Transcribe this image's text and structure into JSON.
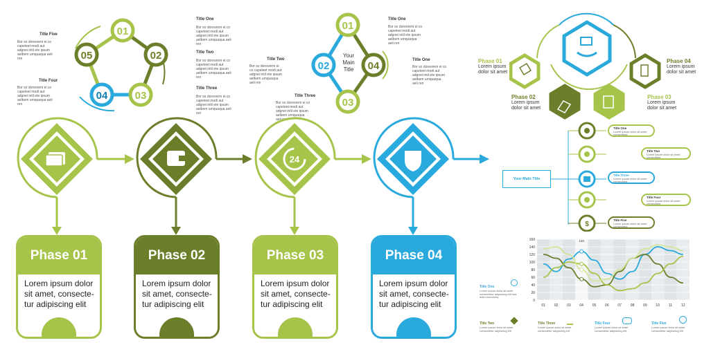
{
  "colors": {
    "light_green": "#a6c34a",
    "dark_green": "#6b7f2a",
    "blue": "#29a9dc",
    "dark_blue": "#0d7fb3"
  },
  "pentagon": {
    "nodes": [
      "01",
      "02",
      "03",
      "04",
      "05"
    ],
    "titles": {
      "one": "Title One",
      "two": "Title Two",
      "three": "Title Three",
      "four": "Title Four",
      "five": "Title Five"
    },
    "desc": "Bor so doreorem ei co capeleet modi aut adgnei intil ete ipsum aelbem umquaqua aeli ren"
  },
  "diamond": {
    "nodes": [
      "01",
      "02",
      "03",
      "04"
    ],
    "center_title": "Your Main Title",
    "titles": {
      "one": "Title One",
      "two": "Title Two",
      "three": "Title Three"
    },
    "desc": "Bor so doreorem ei co capeleet modi aut adgnei intil ete ipsum aelbem umquaqua aeli ren"
  },
  "hexagon": {
    "phases": [
      {
        "label": "Phase 01",
        "text": "Lorem ipsum dolor sit amet"
      },
      {
        "label": "Phase 02",
        "text": "Lorem ipsum dolor sit amet"
      },
      {
        "label": "Phase 03",
        "text": "Lorem ipsum dolor sit amet"
      },
      {
        "label": "Phase 04",
        "text": "Lorem ipsum dolor sit amet"
      }
    ]
  },
  "process": {
    "phases": [
      {
        "label": "Phase 01",
        "body": "Lorem ipsum dolor sit amet, consecte-tur adipiscing elit"
      },
      {
        "label": "Phase 02",
        "body": "Lorem ipsum dolor sit amet, consecte-tur adipiscing elit"
      },
      {
        "label": "Phase 03",
        "body": "Lorem ipsum dolor sit amet, consecte-tur adipiscing elit"
      },
      {
        "label": "Phase 04",
        "body": "Lorem ipsum dolor sit amet, consecte-tur adipiscing elit"
      }
    ],
    "center_icon_text": "24"
  },
  "tree": {
    "main_title": "Your Main Title",
    "items": [
      {
        "title": "Title One",
        "desc": "Lorem ipsum dolor sit amet consectetur"
      },
      {
        "title": "Title Two",
        "desc": "Lorem ipsum dolor sit amet consectetur"
      },
      {
        "title": "Title Three",
        "desc": "Lorem ipsum dolor sit amet consectetur"
      },
      {
        "title": "Title Four",
        "desc": "Lorem ipsum dolor sit amet consectetur"
      },
      {
        "title": "Title Five",
        "desc": "Lorem ipsum dolor sit amet consectetur"
      }
    ]
  },
  "chart_data": {
    "type": "line",
    "x": [
      "01",
      "02",
      "03",
      "04",
      "05",
      "06",
      "07",
      "08",
      "09",
      "10",
      "11",
      "12"
    ],
    "yticks": [
      "0",
      "20",
      "40",
      "60",
      "80",
      "100",
      "120",
      "140",
      "160"
    ],
    "ylim": [
      0,
      160
    ],
    "series": [
      {
        "color": "#29a9dc",
        "values": [
          95,
          75,
          108,
          128,
          105,
          70,
          55,
          75,
          120,
          140,
          130,
          120
        ]
      },
      {
        "color": "#6b7f2a",
        "values": [
          120,
          110,
          85,
          55,
          35,
          40,
          75,
          110,
          120,
          95,
          60,
          45
        ]
      },
      {
        "color": "#a6c34a",
        "values": [
          60,
          85,
          100,
          95,
          70,
          40,
          25,
          30,
          45,
          70,
          95,
          115
        ]
      },
      {
        "color": "#d4e39a",
        "values": [
          135,
          140,
          120,
          80,
          50,
          55,
          80,
          110,
          135,
          145,
          140,
          130
        ]
      }
    ],
    "highlight_label": "120",
    "legend": [
      {
        "title": "Title One",
        "desc": "Lorem ipsum dolor sit amet consectetur adipiscing elit sed diam nonummy"
      },
      {
        "title": "Title Two",
        "desc": "Lorem ipsum dolor sit amet consectetur adipiscing elit"
      },
      {
        "title": "Title Three",
        "desc": "Lorem ipsum dolor sit amet consectetur adipiscing elit"
      },
      {
        "title": "Title Four",
        "desc": "Lorem ipsum dolor sit amet consectetur adipiscing elit"
      },
      {
        "title": "Title Five",
        "desc": "Lorem ipsum dolor sit amet consectetur adipiscing elit"
      }
    ]
  }
}
